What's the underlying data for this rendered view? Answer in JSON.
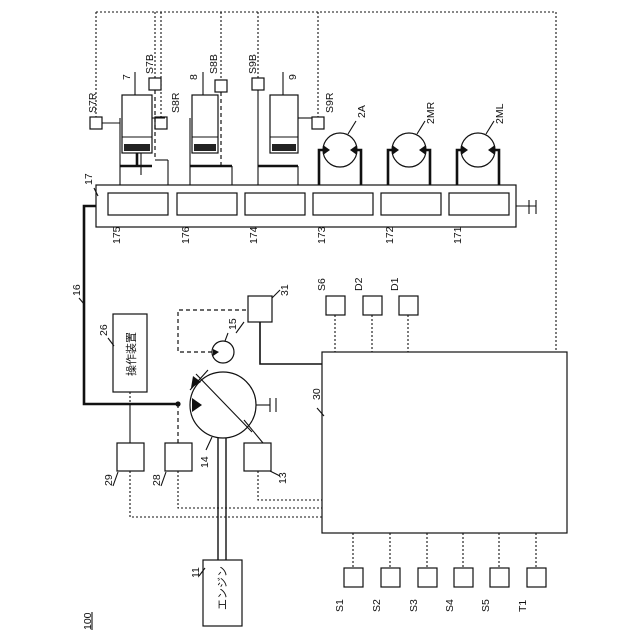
{
  "figure_number": "100",
  "engine": {
    "ref": "11",
    "name": "エンジン"
  },
  "pump": {
    "ref": "14"
  },
  "pilot_pump": {
    "ref": "15"
  },
  "line_16": {
    "ref": "16"
  },
  "valve_block": {
    "ref": "17"
  },
  "operation_device": {
    "ref": "26",
    "name": "操作装置"
  },
  "controller": {
    "ref": "30"
  },
  "regulator": {
    "ref": "31"
  },
  "left_sensors": {
    "s13": "13",
    "s28": "28",
    "s29": "29"
  },
  "spool_labels": [
    "175",
    "176",
    "174",
    "173",
    "172",
    "171"
  ],
  "cylinders": {
    "boom": "7",
    "arm": "8",
    "bucket": "9"
  },
  "cyl_sensors": {
    "s7b": "S7B",
    "s8b": "S8B",
    "s9b": "S9B",
    "s7r": "S7R",
    "s8r": "S8R",
    "s9r": "S9R"
  },
  "motors": {
    "m2a": "2A",
    "m2mr": "2MR",
    "m2ml": "2ML"
  },
  "top_sensors": {
    "s6": "S6",
    "d2": "D2",
    "d1": "D1"
  },
  "bottom_sensors": [
    "S1",
    "S2",
    "S3",
    "S4",
    "S5",
    "T1"
  ]
}
